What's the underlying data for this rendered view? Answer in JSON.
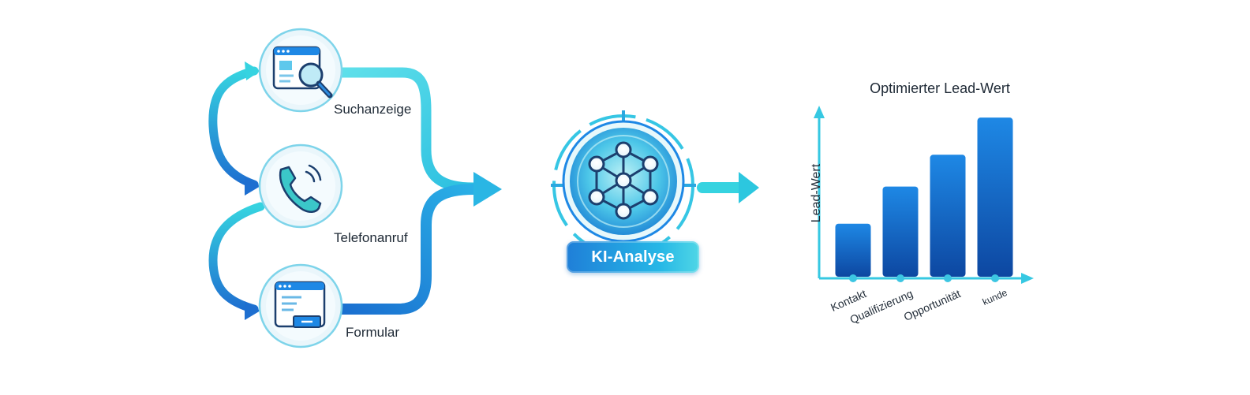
{
  "sources": {
    "search": {
      "label": "Suchanzeige",
      "icon": "search-ad-icon"
    },
    "phone": {
      "label": "Telefonanruf",
      "icon": "phone-call-icon"
    },
    "form": {
      "label": "Formular",
      "icon": "form-icon"
    }
  },
  "analysis": {
    "label": "KI-Analyse",
    "icon": "neural-network-icon"
  },
  "colors": {
    "dark_blue": "#1565c0",
    "blue": "#1e88e5",
    "cyan": "#36d3e0",
    "text": "#1f2a36"
  },
  "chart_data": {
    "type": "bar",
    "title": "Optimierter Lead-Wert",
    "ylabel": "Lead-Wert",
    "xlabel": "",
    "categories": [
      "Kontakt",
      "Qualifizierung",
      "Opportunität",
      "kunde"
    ],
    "values": [
      1,
      1.7,
      2.3,
      3
    ],
    "ylim": [
      0,
      3.3
    ],
    "grid": false
  }
}
